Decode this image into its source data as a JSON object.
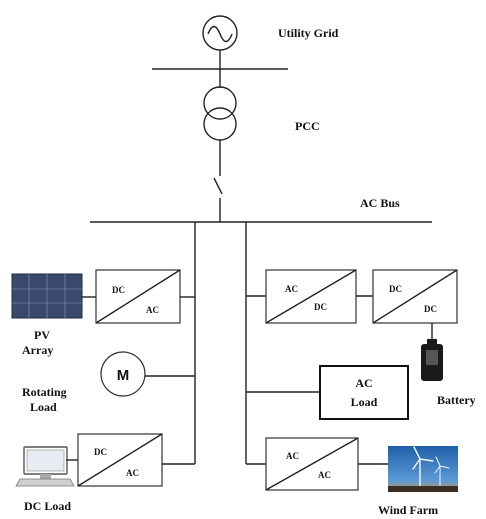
{
  "labels": {
    "utility_grid": "Utility Grid",
    "pcc": "PCC",
    "ac_bus": "AC Bus",
    "pv_array_line1": "PV",
    "pv_array_line2": "Array",
    "rotating_load_line1": "Rotating",
    "rotating_load_line2": "Load",
    "motor_symbol": "M",
    "dc_load": "DC Load",
    "ac_load_line1": "AC",
    "ac_load_line2": "Load",
    "battery": "Battery",
    "wind_farm": "Wind Farm"
  },
  "converters": {
    "pv_inverter": {
      "top": "DC",
      "bottom": "AC"
    },
    "battery_ac_dc": {
      "top": "AC",
      "bottom": "DC"
    },
    "battery_dc_dc": {
      "top": "DC",
      "bottom": "DC"
    },
    "dcload_converter": {
      "top": "DC",
      "bottom": "AC"
    },
    "wind_converter": {
      "top": "AC",
      "bottom": "AC"
    }
  },
  "colors": {
    "line": "#222222",
    "pv_panel": "#3a4a6e",
    "sky": "#2f6fb5",
    "battery": "#1a1a1a"
  }
}
